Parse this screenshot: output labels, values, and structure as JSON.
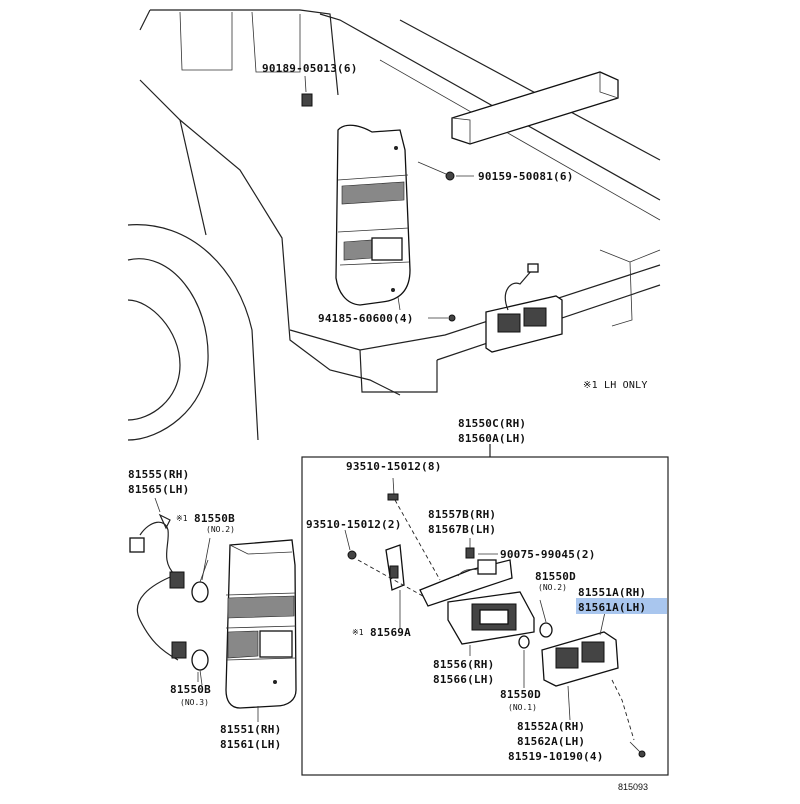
{
  "note": "※1  LH ONLY",
  "figure_number": "815093",
  "labels": {
    "p90189": "90189-05013(6)",
    "p90159": "90159-50081(6)",
    "p94185": "94185-60600(4)",
    "p81550c": "81550C(RH)",
    "p81560a": "81560A(LH)",
    "p81555": "81555(RH)",
    "p81565": "81565(LH)",
    "p81550b_top_mark": "※1",
    "p81550b_top": "81550B",
    "p81550b_top_no": "(NO.2)",
    "p81550b_bot": "81550B",
    "p81550b_bot_no": "(NO.3)",
    "p81551": "81551(RH)",
    "p81561": "81561(LH)",
    "p93510a": "93510-15012(8)",
    "p93510b": "93510-15012(2)",
    "p81557b": "81557B(RH)",
    "p81567b": "81567B(LH)",
    "p90075": "90075-99045(2)",
    "p81569a_mark": "※1",
    "p81569a": "81569A",
    "p81550d_top": "81550D",
    "p81550d_top_no": "(NO.2)",
    "p81551a": "81551A(RH)",
    "p81561a": "81561A(LH)",
    "p81556": "81556(RH)",
    "p81566": "81566(LH)",
    "p81550d_bot": "81550D",
    "p81550d_bot_no": "(NO.1)",
    "p81552a": "81552A(RH)",
    "p81562a": "81562A(LH)",
    "p81519": "81519-10190(4)"
  },
  "highlight_color": "#a9c6ee"
}
